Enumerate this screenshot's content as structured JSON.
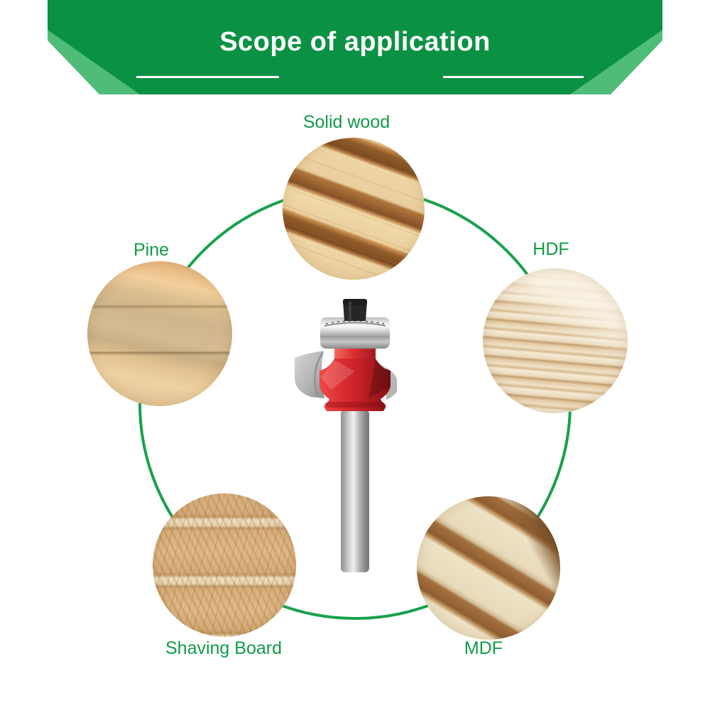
{
  "theme": {
    "banner_green": "#0b9143",
    "banner_light_green": "#4fbc7a",
    "label_green": "#129a48",
    "circle_green": "#18a14c"
  },
  "banner": {
    "title": "Scope of application"
  },
  "materials": [
    {
      "label": "Solid wood",
      "position": "top"
    },
    {
      "label": "Pine",
      "position": "left"
    },
    {
      "label": "HDF",
      "position": "right"
    },
    {
      "label": "Shaving Board",
      "position": "bottom-left"
    },
    {
      "label": "MDF",
      "position": "bottom-right"
    }
  ],
  "icons": {
    "center": "router-bit-photo"
  }
}
